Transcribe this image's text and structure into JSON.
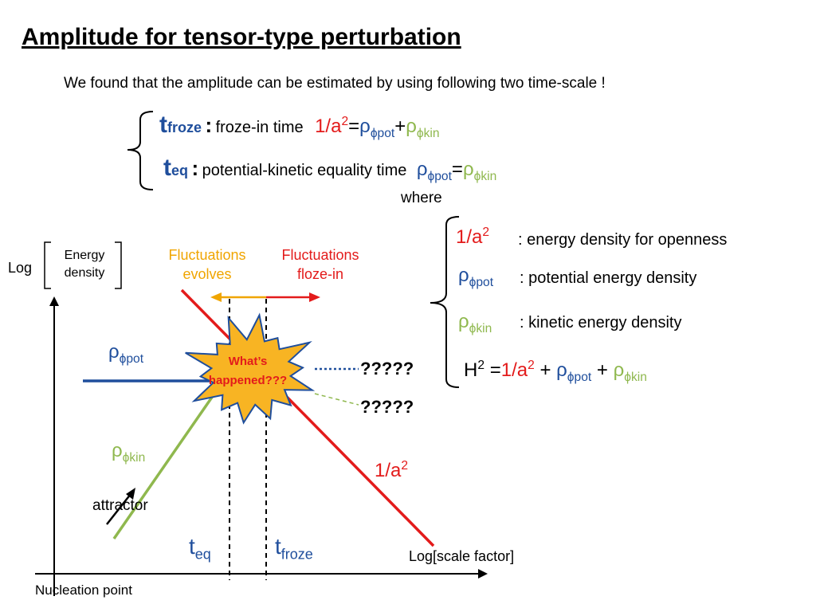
{
  "title": "Amplitude for tensor-type perturbation",
  "intro": "We found that the amplitude can be estimated by using following two time-scale !",
  "timescales": {
    "froze": {
      "symbol": "t",
      "sub": "froze",
      "colon": ":",
      "desc": "froze-in time",
      "cond_a": "1/a",
      "cond_a_sup": "2",
      "eq": "=",
      "rho": "ρ",
      "pot_sub": "ϕpot",
      "plus": "+",
      "rho2": "ρ",
      "kin_sub": "ϕkin"
    },
    "eq": {
      "symbol": "t",
      "sub": "eq",
      "colon": ":",
      "desc": "potential-kinetic equality time",
      "rho": "ρ",
      "pot_sub": "ϕpot",
      "eq": "=",
      "rho2": "ρ",
      "kin_sub": "ϕkin"
    },
    "where": "where"
  },
  "definitions": [
    {
      "sym": "1/a",
      "sup": "2",
      "desc": ": energy density for openness"
    },
    {
      "sym": "ρ",
      "sub": "ϕpot",
      "desc": ": potential energy density"
    },
    {
      "sym": "ρ",
      "sub": "ϕkin",
      "desc": ": kinetic energy density"
    }
  ],
  "friedmann": {
    "lhs": "H",
    "lhs_sup": "2",
    "eq": " =",
    "a": "1/a",
    "a_sup": "2",
    "plus1": " + ",
    "rho": "ρ",
    "pot_sub": "ϕpot",
    "plus2": " + ",
    "rho2": "ρ",
    "kin_sub": "ϕkin"
  },
  "diagram": {
    "ylabel_log": "Log",
    "ylabel_box_line1": "Energy",
    "ylabel_box_line2": "density",
    "xlabel": "Log[scale factor]",
    "origin_label": "Nucleation point",
    "fluct_evolves_1": "Fluctuations",
    "fluct_evolves_2": "evolves",
    "fluct_froze_1": "Fluctuations",
    "fluct_froze_2": "floze-in",
    "burst_line1": "What’s",
    "burst_line2": "happened???",
    "q1": "?????",
    "q2": "?????",
    "rho_pot": "ρ",
    "rho_pot_sub": "ϕpot",
    "rho_kin": "ρ",
    "rho_kin_sub": "ϕkin",
    "a_label": "1/a",
    "a_label_sup": "2",
    "attractor": "attractor",
    "t_eq": "t",
    "t_eq_sub": "eq",
    "t_froze": "t",
    "t_froze_sub": "froze"
  },
  "colors": {
    "red": "#e31b1b",
    "blue": "#1f4e9c",
    "green": "#8fb84e",
    "orange": "#f0a500",
    "burst_fill": "#f8b423"
  }
}
